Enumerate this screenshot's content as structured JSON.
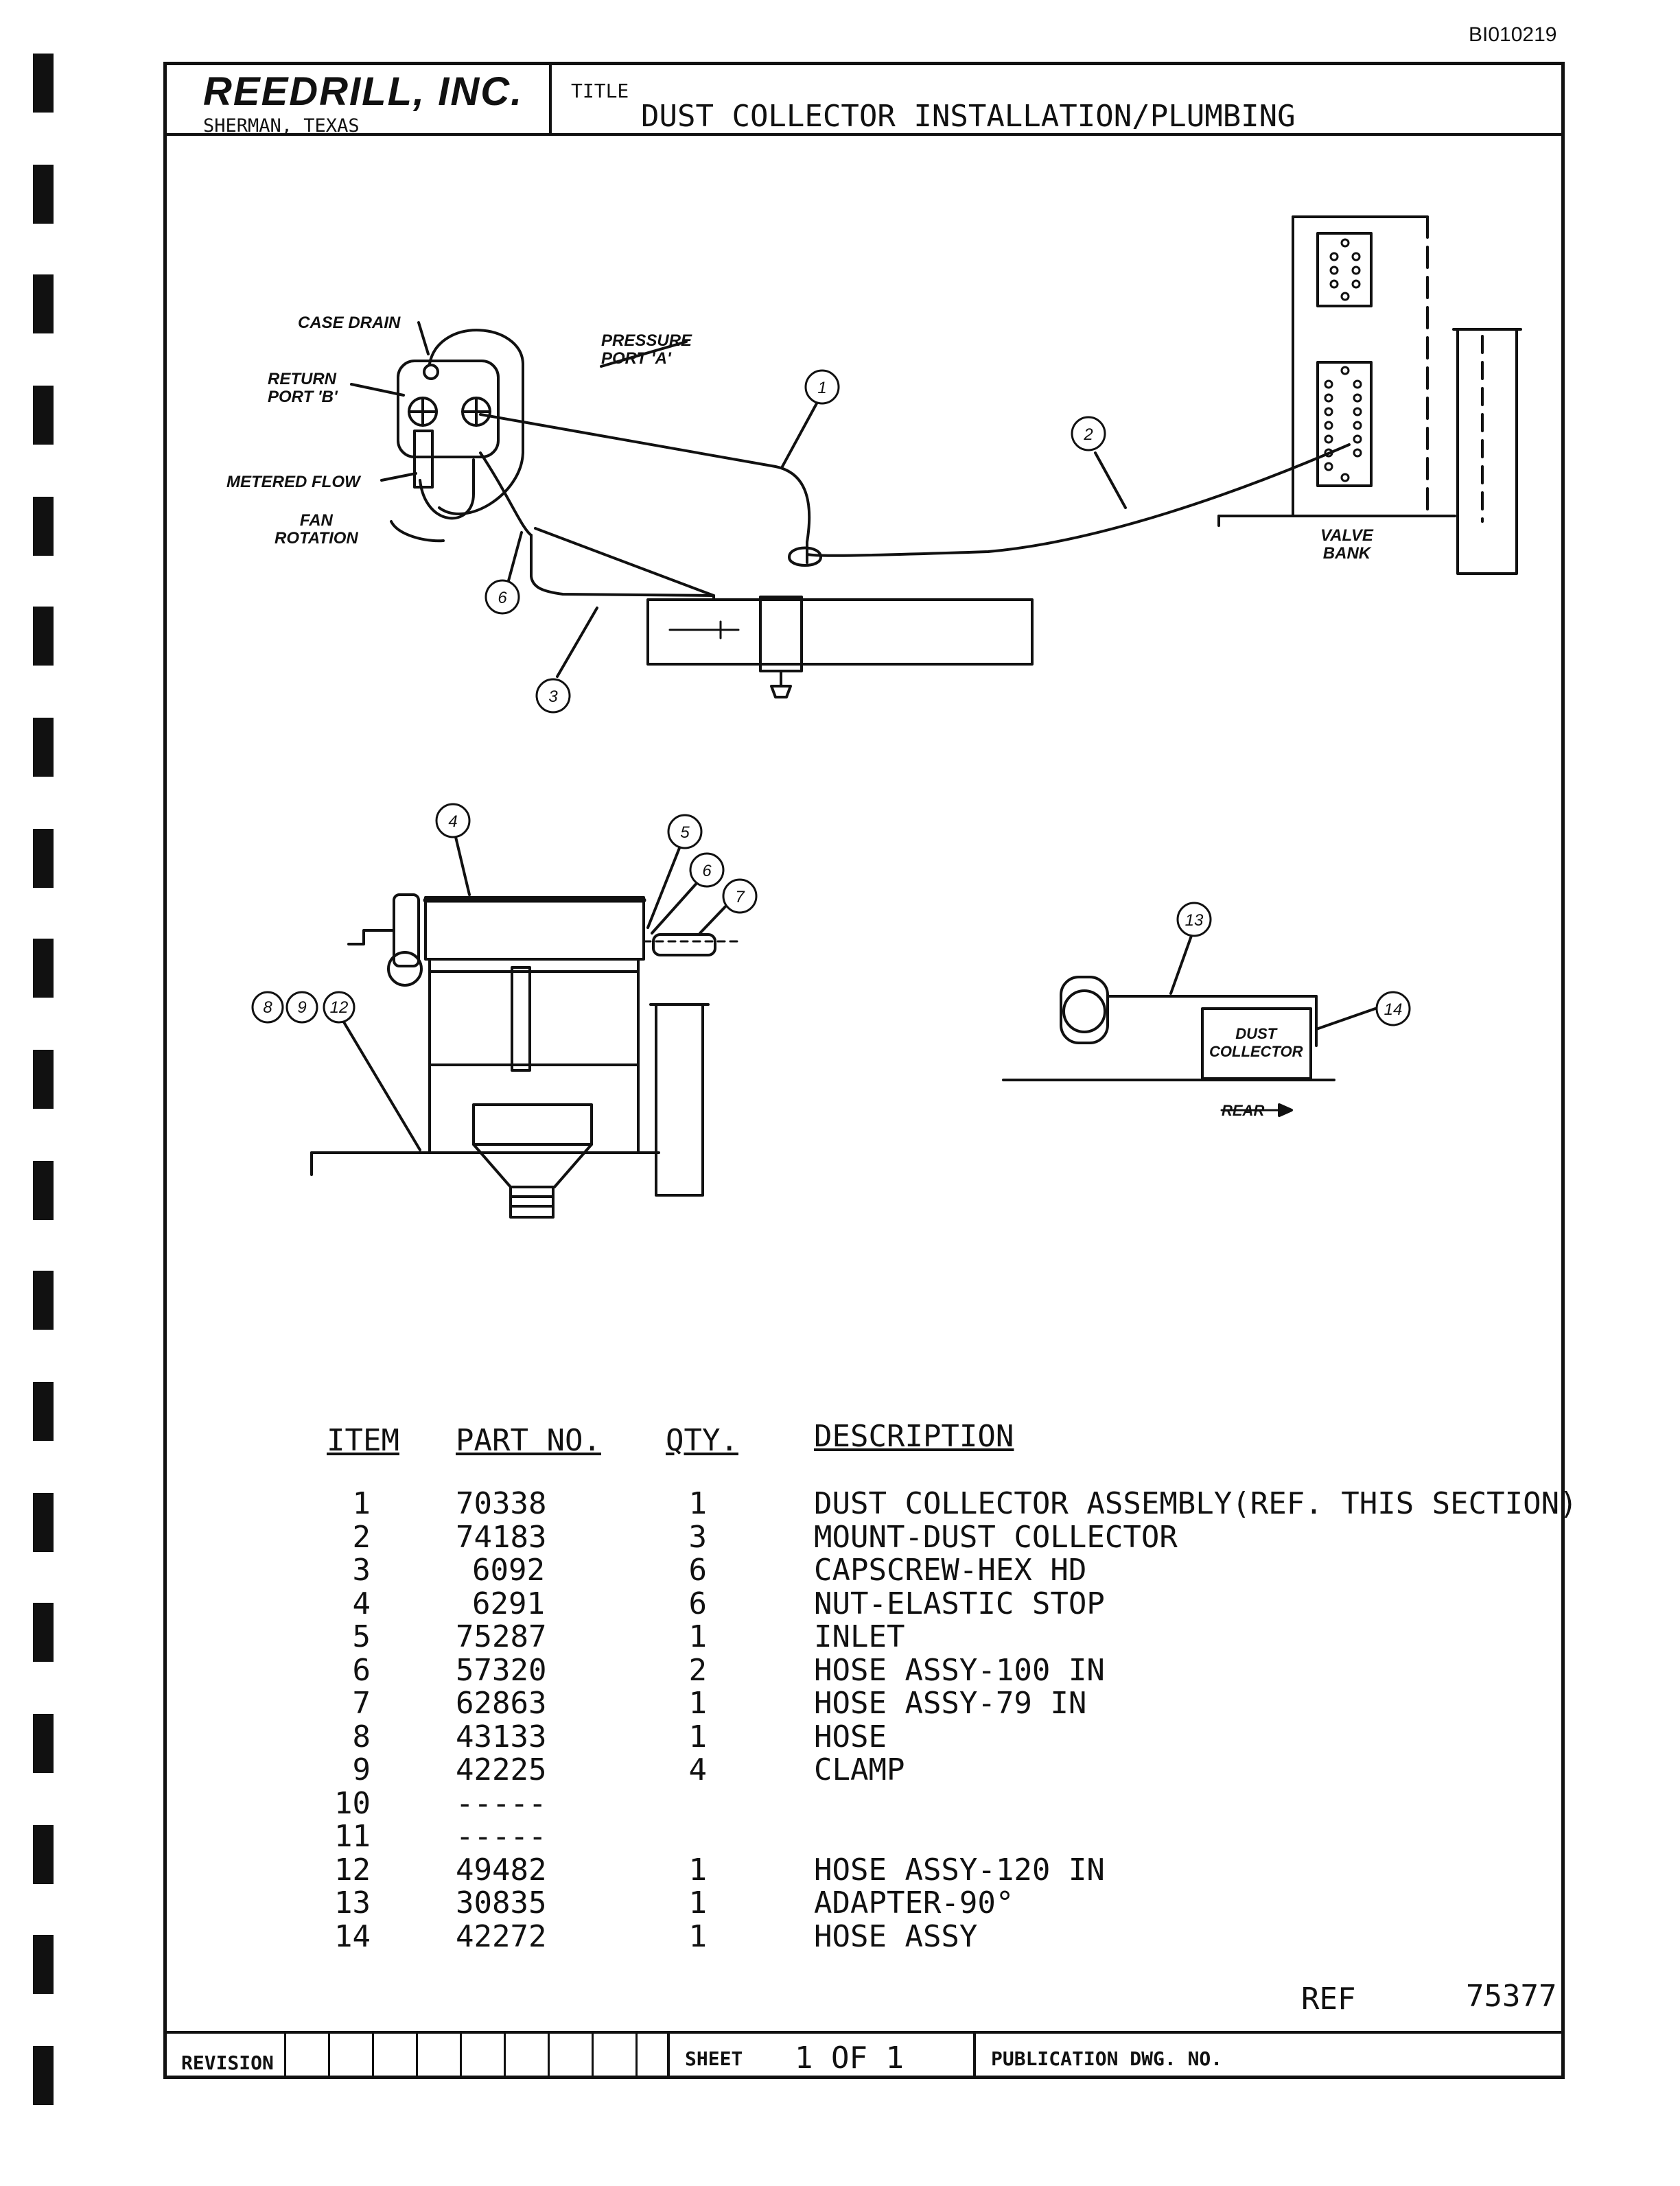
{
  "doc_id": "BI010219",
  "header": {
    "company": "REEDRILL, INC.",
    "city": "SHERMAN, TEXAS",
    "title_label": "TITLE",
    "title": "DUST COLLECTOR INSTALLATION/PLUMBING"
  },
  "labels": {
    "case_drain": "CASE DRAIN",
    "pressure_port": "PRESSURE\nPORT 'A'",
    "return_port": "RETURN\nPORT 'B'",
    "metered_flow": "METERED FLOW",
    "fan_rotation": "FAN\nROTATION",
    "valve_bank": "VALVE\nBANK",
    "dust_collector": "DUST\nCOLLECTOR",
    "rear": "REAR"
  },
  "callouts": [
    "1",
    "2",
    "3",
    "4",
    "5",
    "6",
    "7",
    "8",
    "9",
    "12",
    "13",
    "14"
  ],
  "table": {
    "headers": {
      "item": "ITEM",
      "part": "PART NO.",
      "qty": "QTY.",
      "desc": "DESCRIPTION"
    },
    "rows": [
      {
        "item": "1",
        "part": "70338",
        "qty": "1",
        "desc": "DUST COLLECTOR ASSEMBLY(REF. THIS SECTION)"
      },
      {
        "item": "2",
        "part": "74183",
        "qty": "3",
        "desc": "MOUNT-DUST COLLECTOR"
      },
      {
        "item": "3",
        "part": "6092",
        "qty": "6",
        "desc": "CAPSCREW-HEX HD"
      },
      {
        "item": "4",
        "part": "6291",
        "qty": "6",
        "desc": "NUT-ELASTIC STOP"
      },
      {
        "item": "5",
        "part": "75287",
        "qty": "1",
        "desc": "INLET"
      },
      {
        "item": "6",
        "part": "57320",
        "qty": "2",
        "desc": "HOSE ASSY-100 IN"
      },
      {
        "item": "7",
        "part": "62863",
        "qty": "1",
        "desc": "HOSE ASSY-79 IN"
      },
      {
        "item": "8",
        "part": "43133",
        "qty": "1",
        "desc": "HOSE"
      },
      {
        "item": "9",
        "part": "42225",
        "qty": "4",
        "desc": "CLAMP"
      },
      {
        "item": "10",
        "part": "-----",
        "qty": "",
        "desc": ""
      },
      {
        "item": "11",
        "part": "-----",
        "qty": "",
        "desc": ""
      },
      {
        "item": "12",
        "part": "49482",
        "qty": "1",
        "desc": "HOSE ASSY-120 IN"
      },
      {
        "item": "13",
        "part": "30835",
        "qty": "1",
        "desc": "ADAPTER-90°"
      },
      {
        "item": "14",
        "part": "42272",
        "qty": "1",
        "desc": "HOSE ASSY"
      }
    ]
  },
  "ref": {
    "label": "REF",
    "value": "75377"
  },
  "footer": {
    "revision_label": "REVISION",
    "sheet_label": "SHEET",
    "sheet_value": "1 OF 1",
    "pub_label": "PUBLICATION DWG. NO."
  }
}
